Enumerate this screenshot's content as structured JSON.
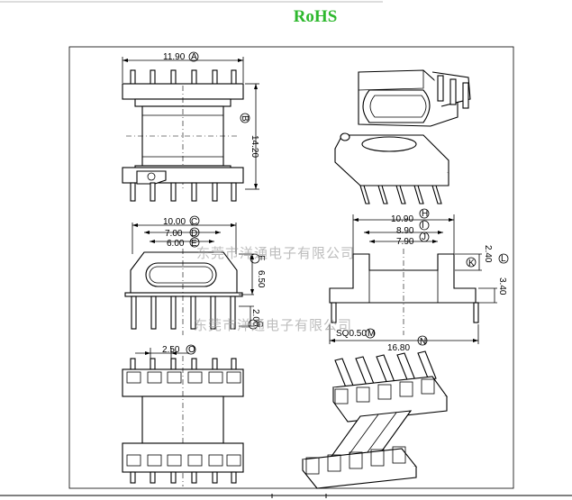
{
  "badge": "RoHS",
  "top_view": {
    "width_dim": "11.90",
    "width_marker": "A",
    "height_dim": "14.20",
    "height_marker": "B"
  },
  "front_view": {
    "dim_c": "10.00",
    "marker_c": "C",
    "dim_d": "7.00",
    "marker_d": "D",
    "dim_e": "6.00",
    "marker_e": "E",
    "dim_f": "6.50",
    "marker_f": "F",
    "dim_g": "2.00",
    "marker_g": "G"
  },
  "side_view": {
    "dim_h": "10.90",
    "marker_h": "H",
    "dim_i": "8.90",
    "marker_i": "I",
    "dim_j": "7.90",
    "marker_j": "J",
    "dim_k": "2.40",
    "marker_k": "K",
    "dim_l": "3.40",
    "marker_l": "L",
    "dim_m": "SQ0.50",
    "marker_m": "M",
    "dim_n": "16.80",
    "marker_n": "N"
  },
  "bottom_view": {
    "pitch_dim": "2.50",
    "pitch_marker": "O"
  },
  "watermark": "东莞市洋通电子有限公司"
}
